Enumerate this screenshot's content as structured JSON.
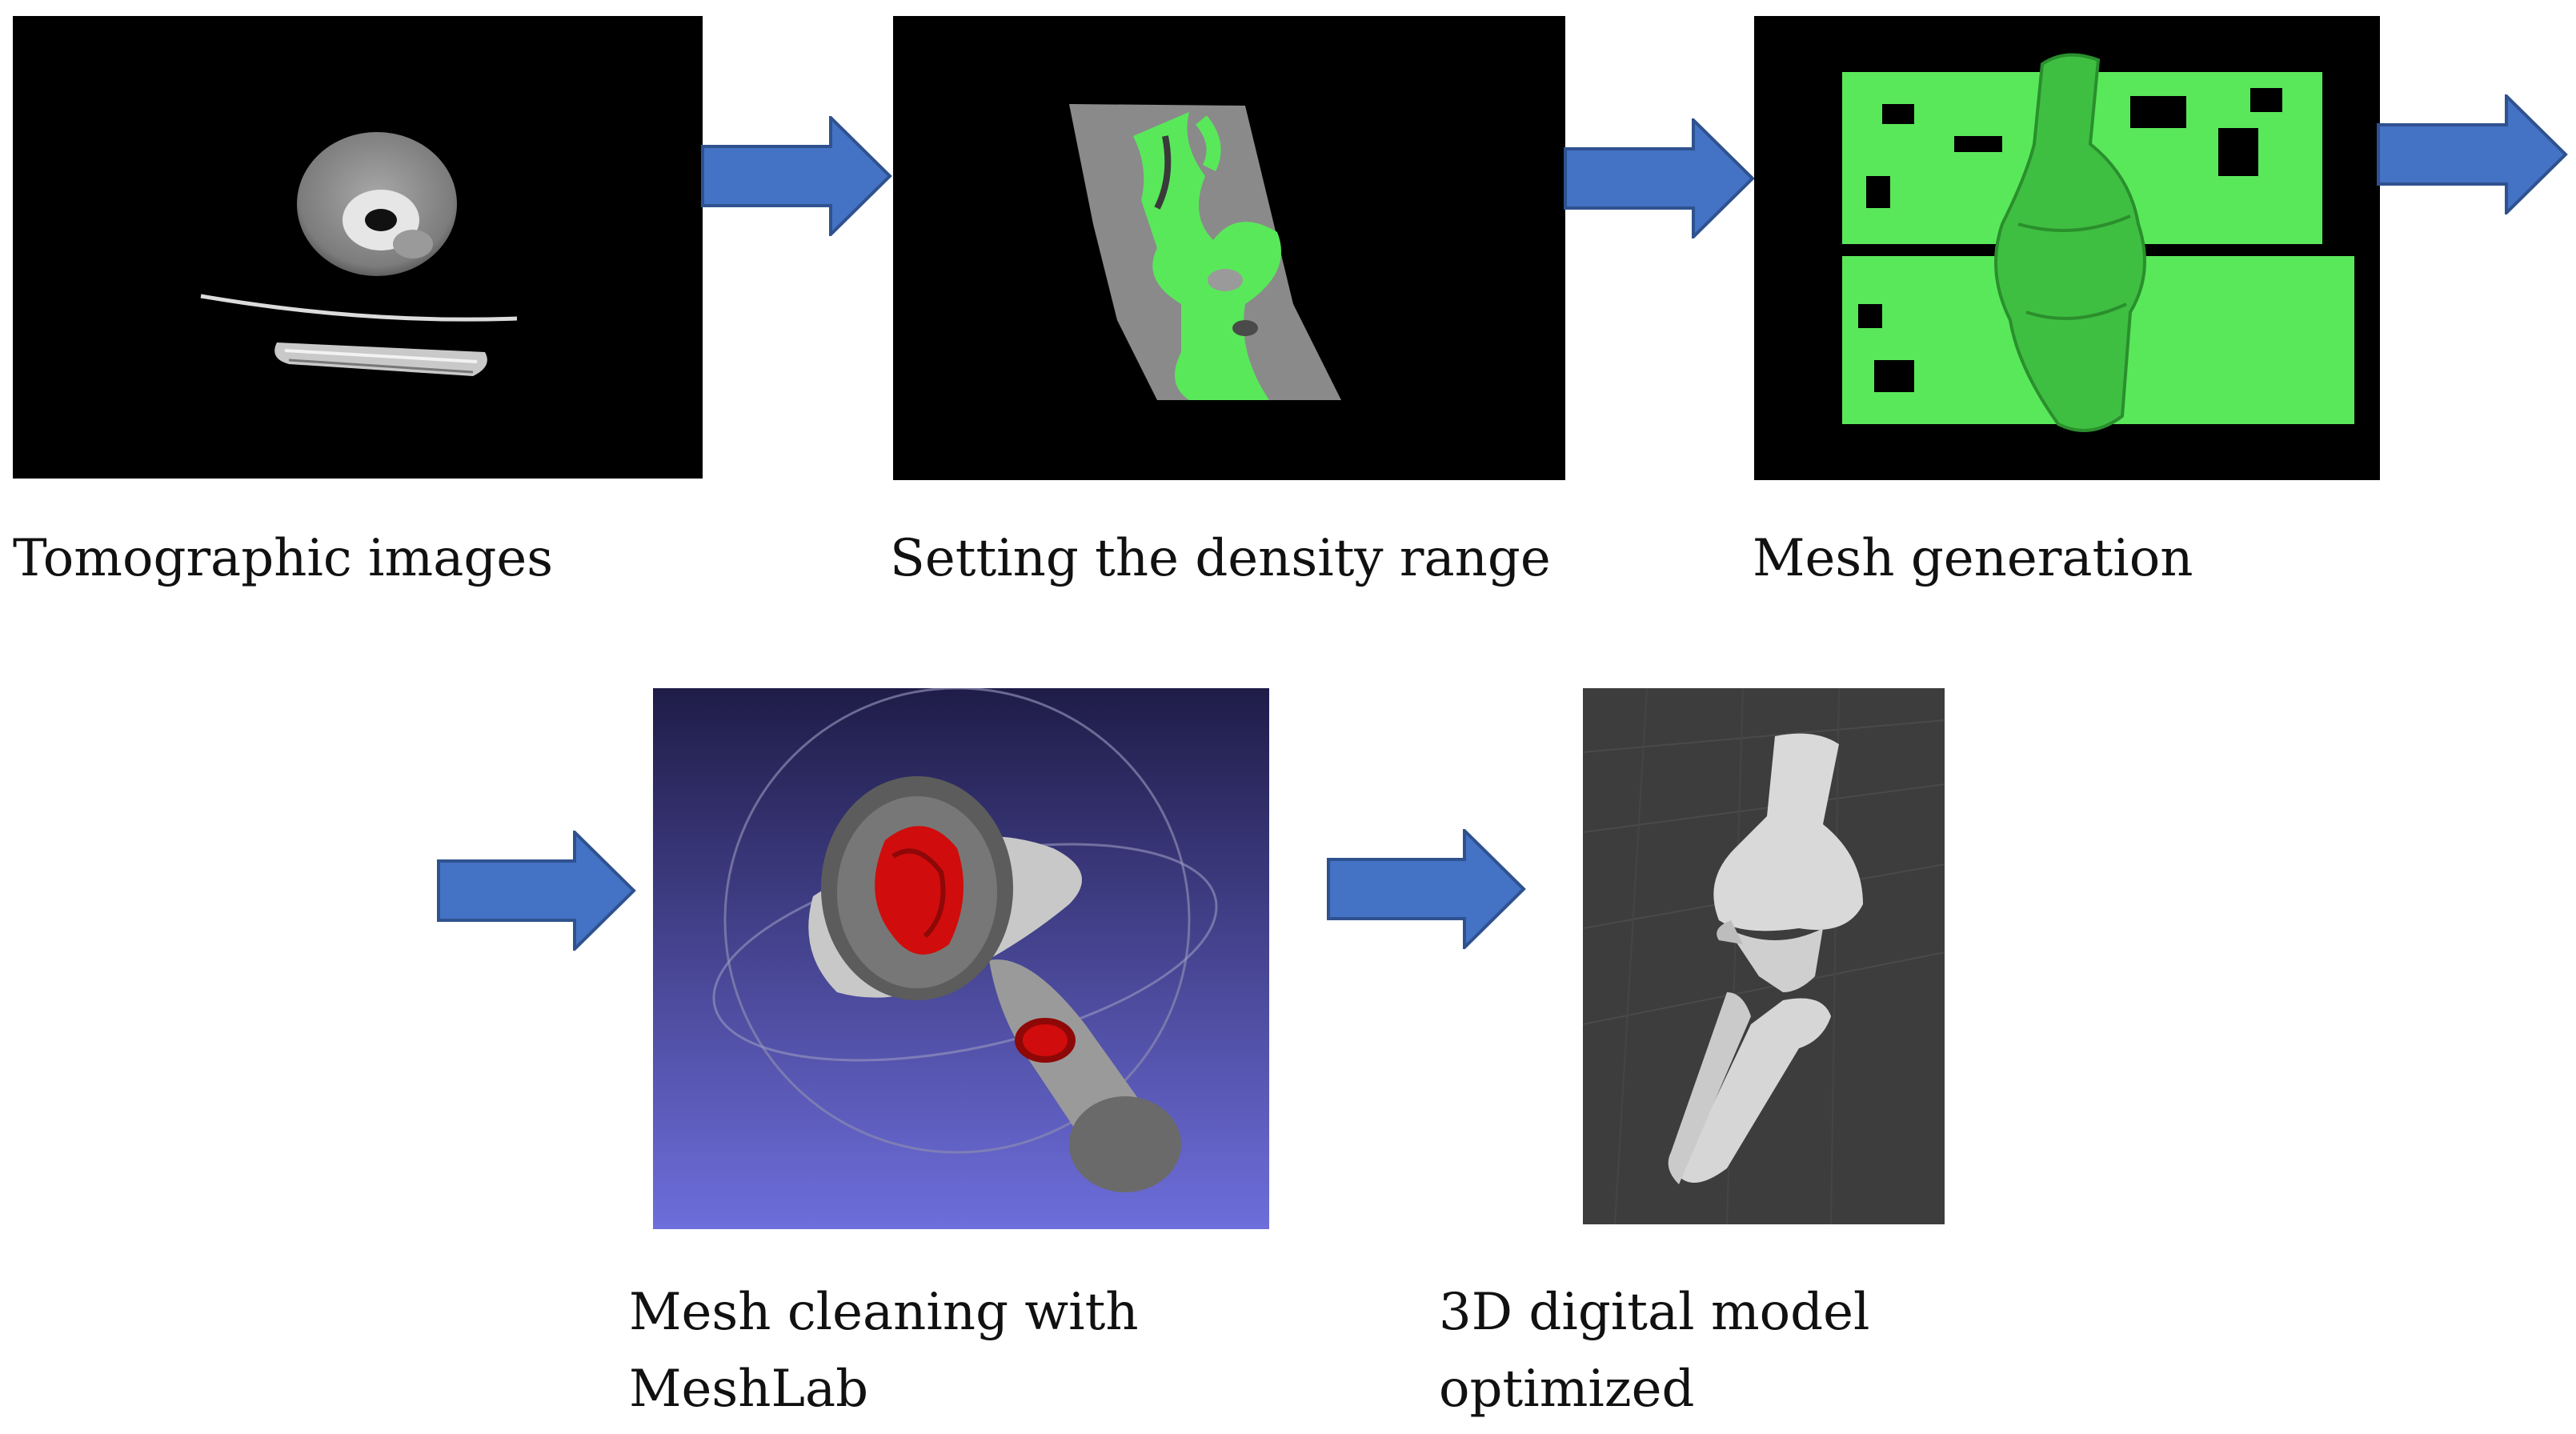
{
  "steps": [
    {
      "label": "Tomographic images"
    },
    {
      "label": "Setting the density range"
    },
    {
      "label": "Mesh generation"
    },
    {
      "label_line1": "Mesh cleaning with",
      "label_line2": "MeshLab"
    },
    {
      "label_line1": "3D digital model",
      "label_line2": "optimized"
    }
  ],
  "colors": {
    "arrow_fill": "#4472c4",
    "arrow_stroke": "#2f528f",
    "segmentation_green": "#59e85a",
    "meshlab_top": "#1f1c48",
    "meshlab_bottom": "#6e6edc",
    "marrow_red": "#d10c0c",
    "model_bg": "#3d3d3d"
  }
}
